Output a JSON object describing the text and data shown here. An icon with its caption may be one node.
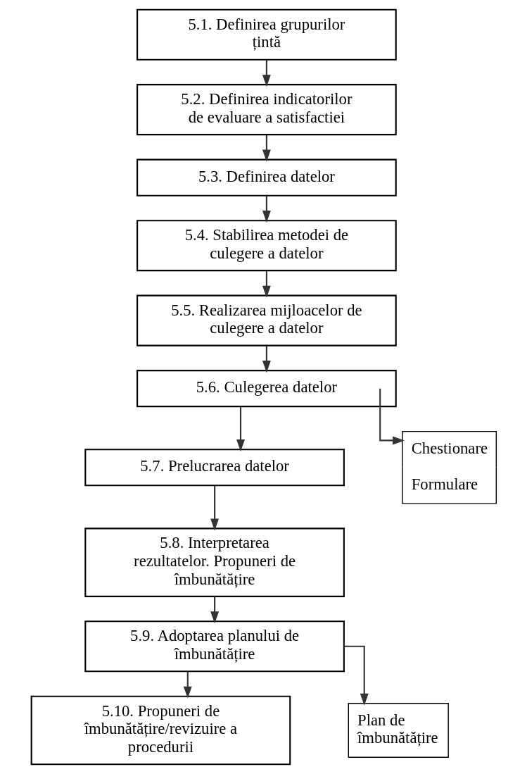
{
  "diagram": {
    "nodes": [
      {
        "text": [
          "5.1. Definirea grupurilor țintă"
        ]
      },
      {
        "text": [
          "5.2. Definirea indicatorilor de evaluare a satisfactiei"
        ]
      },
      {
        "text": [
          "5.3. Definirea datelor"
        ]
      },
      {
        "text": [
          "5.4. Stabilirea metodei de culegere a datelor"
        ]
      },
      {
        "text": [
          "5.5. Realizarea mijloacelor de culegere a datelor"
        ]
      },
      {
        "text": [
          "5.6. Culegerea datelor"
        ]
      },
      {
        "text": [
          "5.7. Prelucrarea datelor"
        ]
      },
      {
        "text": [
          "5.8. Interpretarea rezultatelor. Propuneri de îmbunătățire"
        ]
      },
      {
        "text": [
          "5.9. Adoptarea planului de îmbunătățire"
        ]
      },
      {
        "text": [
          "5.10. Propuneri de îmbunătățire/revizuire a procedurii"
        ]
      },
      {
        "text": [
          "Chestionare",
          "Formulare"
        ]
      },
      {
        "text": [
          "Plan de îmbunătățire"
        ]
      }
    ],
    "edges": [
      {
        "from": 0,
        "to": 1,
        "arrow": "to"
      },
      {
        "from": 1,
        "to": 2,
        "arrow": "to"
      },
      {
        "from": 2,
        "to": 3,
        "arrow": "to"
      },
      {
        "from": 3,
        "to": 4,
        "arrow": "to"
      },
      {
        "from": 4,
        "to": 5,
        "arrow": "to"
      },
      {
        "from": 5,
        "to": 6,
        "arrow": "to"
      },
      {
        "from": 6,
        "to": 7,
        "arrow": "to"
      },
      {
        "from": 7,
        "to": 8,
        "arrow": "to"
      },
      {
        "from": 8,
        "to": 9,
        "arrow": "to"
      },
      {
        "from": 5,
        "to": 10,
        "arrow": "to"
      },
      {
        "from": 8,
        "to": 11,
        "arrow": "to"
      }
    ]
  }
}
